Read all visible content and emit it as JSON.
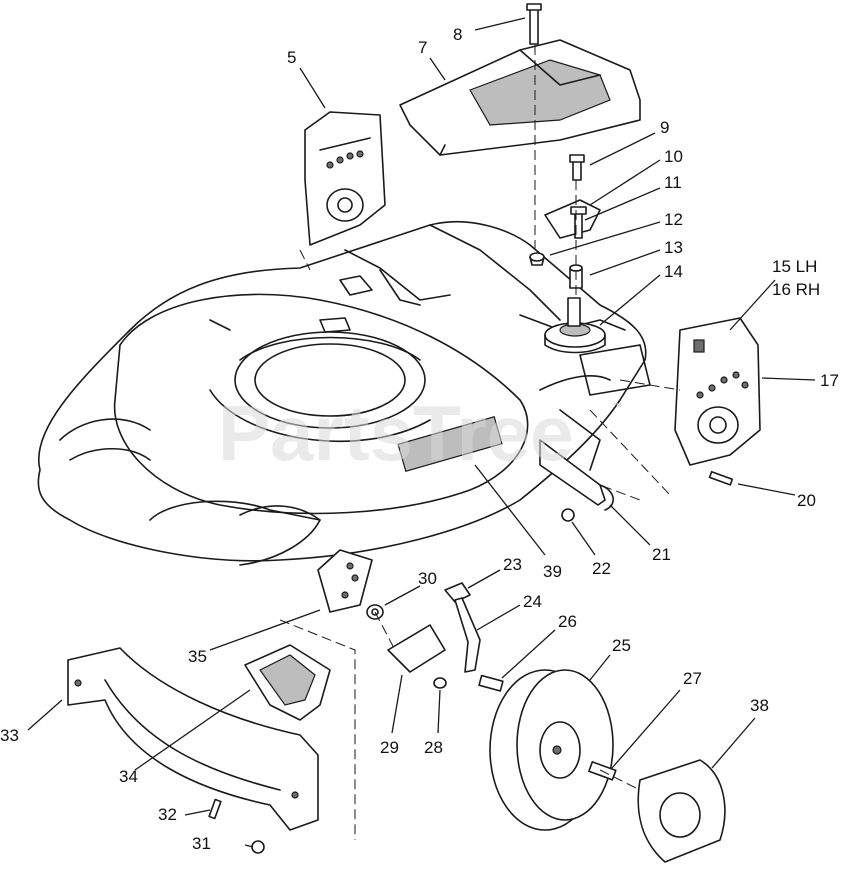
{
  "watermark": {
    "text": "PartsTree",
    "trademark": "™"
  },
  "callouts": [
    {
      "id": "5",
      "label": "5"
    },
    {
      "id": "7",
      "label": "7"
    },
    {
      "id": "8",
      "label": "8"
    },
    {
      "id": "9",
      "label": "9"
    },
    {
      "id": "10",
      "label": "10"
    },
    {
      "id": "11",
      "label": "11"
    },
    {
      "id": "12",
      "label": "12"
    },
    {
      "id": "13",
      "label": "13"
    },
    {
      "id": "14",
      "label": "14"
    },
    {
      "id": "15",
      "label": "15 LH"
    },
    {
      "id": "16",
      "label": "16 RH"
    },
    {
      "id": "17",
      "label": "17"
    },
    {
      "id": "20",
      "label": "20"
    },
    {
      "id": "21",
      "label": "21"
    },
    {
      "id": "22",
      "label": "22"
    },
    {
      "id": "23",
      "label": "23"
    },
    {
      "id": "24",
      "label": "24"
    },
    {
      "id": "25",
      "label": "25"
    },
    {
      "id": "26",
      "label": "26"
    },
    {
      "id": "27",
      "label": "27"
    },
    {
      "id": "28",
      "label": "28"
    },
    {
      "id": "29",
      "label": "29"
    },
    {
      "id": "30",
      "label": "30"
    },
    {
      "id": "31",
      "label": "31"
    },
    {
      "id": "32",
      "label": "32"
    },
    {
      "id": "33",
      "label": "33"
    },
    {
      "id": "34",
      "label": "34"
    },
    {
      "id": "35",
      "label": "35"
    },
    {
      "id": "38",
      "label": "38"
    },
    {
      "id": "39",
      "label": "39"
    }
  ]
}
